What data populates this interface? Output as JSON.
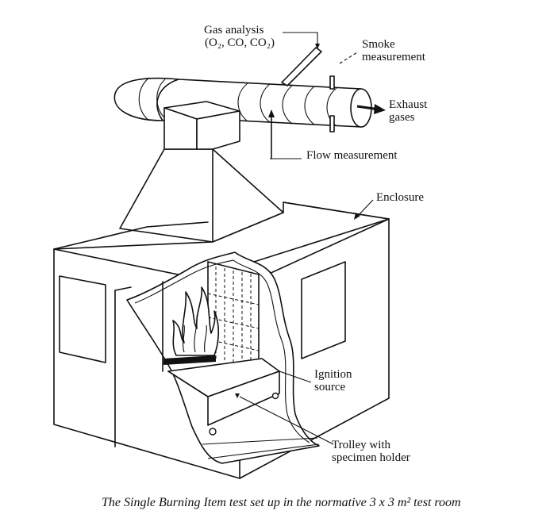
{
  "labels": {
    "gas_analysis_1": "Gas analysis",
    "gas_analysis_2": "(O₂, CO, CO₂)",
    "smoke_1": "Smoke",
    "smoke_2": "measurement",
    "exhaust_1": "Exhaust",
    "exhaust_2": "gases",
    "flow": "Flow measurement",
    "enclosure": "Enclosure",
    "ignition_1": "Ignition",
    "ignition_2": "source",
    "trolley_1": "Trolley with",
    "trolley_2": "specimen holder"
  },
  "caption": "The Single Burning Item test set up in the normative 3 x 3 m² test room"
}
